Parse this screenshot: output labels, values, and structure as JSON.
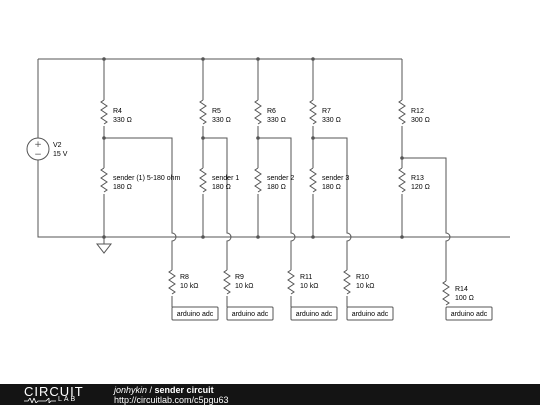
{
  "source": {
    "name": "V2",
    "value": "15 V"
  },
  "top_resistors": [
    {
      "name": "R4",
      "value": "330 Ω"
    },
    {
      "name": "R5",
      "value": "330 Ω"
    },
    {
      "name": "R6",
      "value": "330 Ω"
    },
    {
      "name": "R7",
      "value": "330 Ω"
    },
    {
      "name": "R12",
      "value": "300 Ω"
    }
  ],
  "senders": [
    {
      "name": "sender (1) 5-180 ohm",
      "value": "180 Ω"
    },
    {
      "name": "sender 1",
      "value": "180 Ω"
    },
    {
      "name": "sender 2",
      "value": "180 Ω"
    },
    {
      "name": "sender 3",
      "value": "180 Ω"
    },
    {
      "name": "R13",
      "value": "120 Ω"
    }
  ],
  "adc_resistors": [
    {
      "name": "R8",
      "value": "10 kΩ"
    },
    {
      "name": "R9",
      "value": "10 kΩ"
    },
    {
      "name": "R11",
      "value": "10 kΩ"
    },
    {
      "name": "R10",
      "value": "10 kΩ"
    },
    {
      "name": "R14",
      "value": "100 Ω"
    }
  ],
  "port_label": "arduino adc",
  "footer": {
    "logo_circuit": "CIRCUIT",
    "logo_lab": "LAB",
    "author": "jonhykin",
    "separator": " / ",
    "title": "sender circuit",
    "url": "http://circuitlab.com/c5pgu63"
  },
  "colors": {
    "wire": "#555555",
    "footer_bg": "#141414"
  }
}
